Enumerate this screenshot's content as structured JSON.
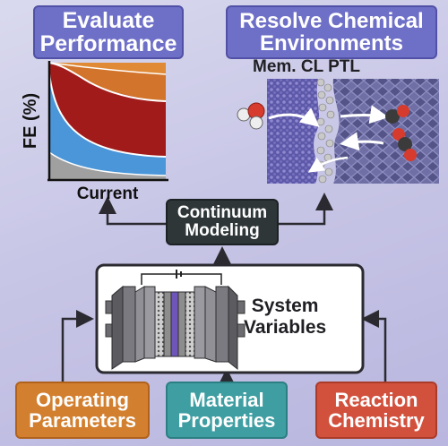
{
  "evaluate": {
    "line1": "Evaluate",
    "line2": "Performance"
  },
  "resolve": {
    "line1": "Resolve Chemical",
    "line2": "Environments"
  },
  "membrane_labels": "Mem. CL PTL",
  "plot": {
    "ylabel": "FE (%)",
    "xlabel": "Current"
  },
  "continuum": {
    "line1": "Continuum",
    "line2": "Modeling"
  },
  "system": {
    "line1": "System",
    "line2": "Variables"
  },
  "operating": {
    "line1": "Operating",
    "line2": "Parameters"
  },
  "material": {
    "line1": "Material",
    "line2": "Properties"
  },
  "reaction": {
    "line1": "Reaction",
    "line2": "Chemistry"
  },
  "colors": {
    "purple_box": "#6e6fc7",
    "dark_box": "#2e3638",
    "orange": "#d27f2f",
    "teal": "#3f9ea2",
    "red": "#d1513d",
    "fe_orange": "#d2742b",
    "fe_darkred": "#a11b1b",
    "fe_blue": "#4a96d9",
    "fe_gray": "#a0a0a0"
  }
}
